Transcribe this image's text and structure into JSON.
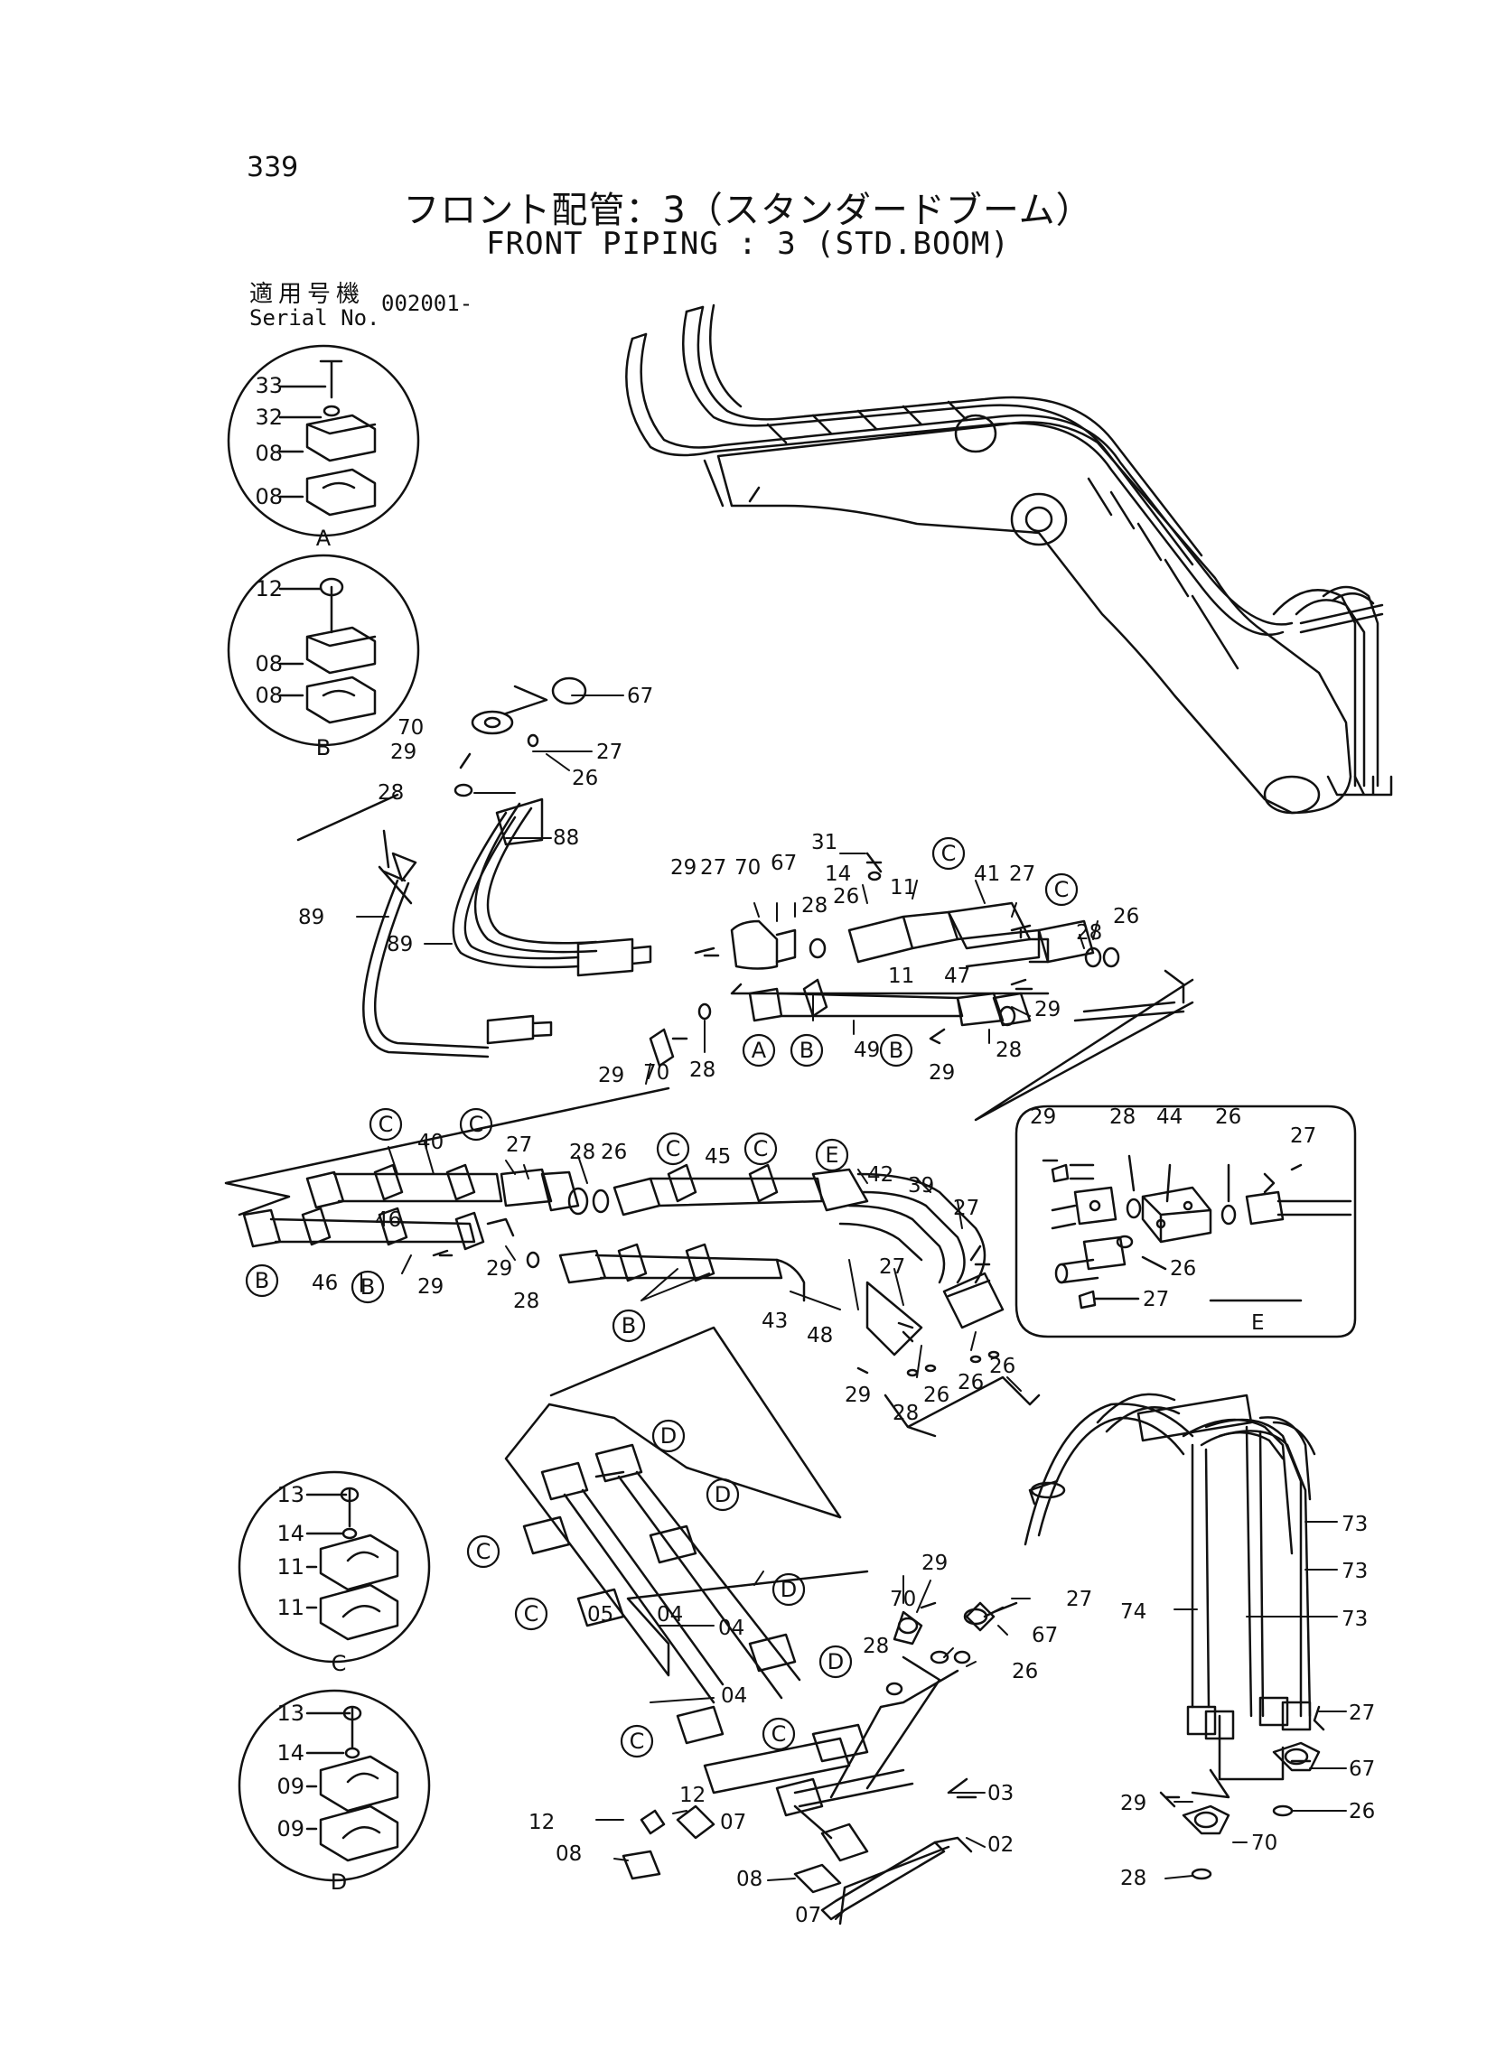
{
  "page_number": "339",
  "title_jp": "フロント配管：3（スタンダードブーム）",
  "title_en": "FRONT PIPING : 3 (STD.BOOM)",
  "serial": {
    "label_jp": "適用号機",
    "label_en": "Serial No.",
    "value": "002001-"
  },
  "details": [
    {
      "id": "A",
      "parts": [
        "33",
        "32",
        "08",
        "08"
      ]
    },
    {
      "id": "B",
      "parts": [
        "12",
        "08",
        "08"
      ]
    },
    {
      "id": "C",
      "parts": [
        "13",
        "14",
        "11",
        "11"
      ]
    },
    {
      "id": "D",
      "parts": [
        "13",
        "14",
        "09",
        "09"
      ]
    }
  ],
  "callouts": {
    "hoses": [
      "67",
      "70",
      "29",
      "27",
      "28",
      "26",
      "88",
      "89",
      "89"
    ],
    "mid": [
      "31",
      "14",
      "29",
      "27",
      "70",
      "67",
      "28",
      "26",
      "11",
      "41",
      "27",
      "28",
      "26",
      "11",
      "47",
      "29",
      "49",
      "29",
      "70",
      "28",
      "29",
      "28"
    ],
    "lower": [
      "27",
      "40",
      "46",
      "28",
      "26",
      "45",
      "42",
      "39",
      "27",
      "46",
      "29",
      "29",
      "28",
      "43",
      "48",
      "27",
      "29",
      "28",
      "26",
      "26",
      "26"
    ],
    "detail_e": [
      "29",
      "28",
      "44",
      "26",
      "27",
      "26",
      "27"
    ],
    "bottom": [
      "04",
      "04",
      "04",
      "05",
      "29",
      "70",
      "27",
      "67",
      "28",
      "26",
      "73",
      "73",
      "73",
      "74",
      "27",
      "67",
      "26",
      "29",
      "70",
      "28",
      "12",
      "03",
      "12",
      "07",
      "08",
      "08",
      "02",
      "07"
    ]
  },
  "circle_labels": {
    "mid": [
      "C",
      "C",
      "A",
      "B",
      "B"
    ],
    "lower": [
      "C",
      "C",
      "C",
      "C",
      "E",
      "B",
      "B",
      "B"
    ],
    "bottom": [
      "D",
      "D",
      "D",
      "D",
      "C",
      "C",
      "C",
      "C"
    ],
    "detail_e": "E"
  }
}
